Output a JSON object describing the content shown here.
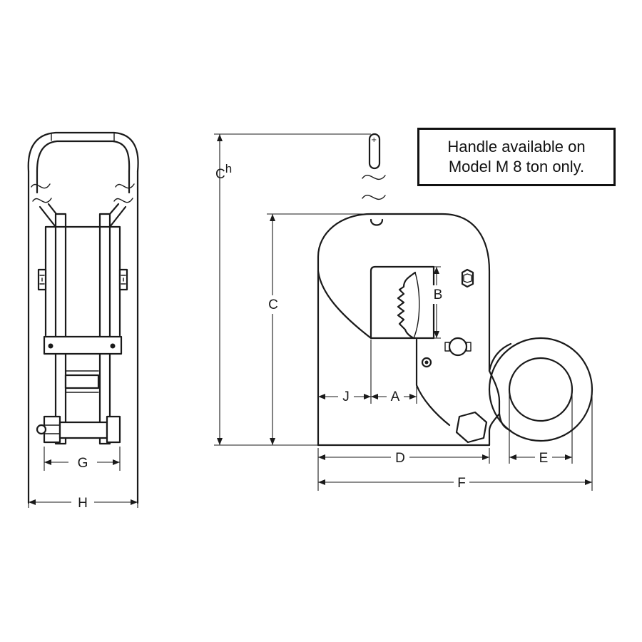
{
  "note": {
    "line1": "Handle available on",
    "line2": "Model M 8 ton only."
  },
  "dimensions": {
    "A": "A",
    "B": "B",
    "C": "C",
    "Ch_main": "C",
    "Ch_sup": "h",
    "D": "D",
    "E": "E",
    "F": "F",
    "G": "G",
    "H": "H",
    "J": "J"
  }
}
